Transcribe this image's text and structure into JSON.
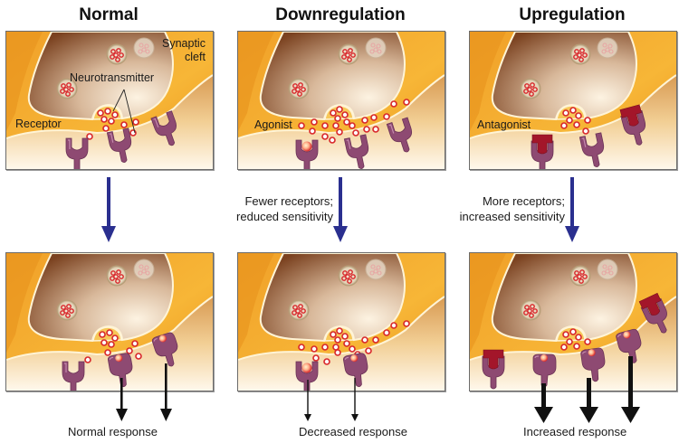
{
  "columns": [
    {
      "title": "Normal",
      "top_labels": {
        "synaptic_cleft": "Synaptic\ncleft",
        "neurotransmitter": "Neurotransmitter",
        "receptor": "Receptor"
      },
      "transition_text": "",
      "response_label": "Normal response",
      "response_strength": "normal",
      "receptor_count_after": 3
    },
    {
      "title": "Downregulation",
      "top_labels": {
        "ligand": "Agonist"
      },
      "transition_text": "Fewer receptors;\nreduced sensitivity",
      "response_label": "Decreased response",
      "response_strength": "decreased",
      "receptor_count_after": 2
    },
    {
      "title": "Upregulation",
      "top_labels": {
        "ligand": "Antagonist"
      },
      "transition_text": "More receptors;\nincreased sensitivity",
      "response_label": "Increased response",
      "response_strength": "increased",
      "receptor_count_after": 5
    }
  ],
  "colors": {
    "cleft_orange": "#f3a42a",
    "terminal_brown": "#8a4f2c",
    "membrane_cream": "#fff4d6",
    "receptor_purple": "#8e4a72",
    "antagonist_red": "#a3162a",
    "transition_arrow": "#2a2f8f",
    "response_arrow": "#111111",
    "neurotransmitter_red": "#d8262a"
  }
}
